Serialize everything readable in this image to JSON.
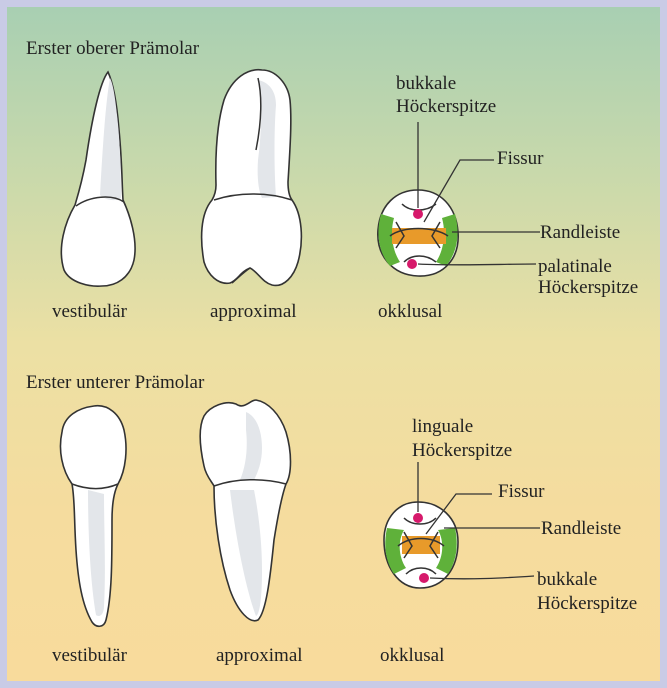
{
  "upper": {
    "title": "Erster oberer Prämolar",
    "views": {
      "vestibular": "vestibulär",
      "approximal": "approximal",
      "okklusal": "okklusal"
    },
    "labels": {
      "cusp_top_1": "bukkale",
      "cusp_top_2": "Höckerspitze",
      "fissure": "Fissur",
      "ridge": "Randleiste",
      "cusp_bottom_1": "palatinale",
      "cusp_bottom_2": "Höckerspitze"
    }
  },
  "lower": {
    "title": "Erster unterer Prämolar",
    "views": {
      "vestibular": "vestibulär",
      "approximal": "approximal",
      "okklusal": "okklusal"
    },
    "labels": {
      "cusp_top_1": "linguale",
      "cusp_top_2": "Höckerspitze",
      "fissure": "Fissur",
      "ridge": "Randleiste",
      "cusp_bottom_1": "bukkale",
      "cusp_bottom_2": "Höckerspitze"
    }
  },
  "colors": {
    "cusp": "#d6196b",
    "fissure": "#e89a2a",
    "ridge": "#5fb13a"
  }
}
